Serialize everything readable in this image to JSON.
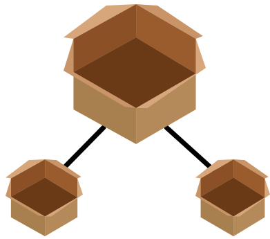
{
  "diagram": {
    "nodes": [
      {
        "id": "parent-box",
        "icon": "open-cardboard-box-icon",
        "role": "parent"
      },
      {
        "id": "child-box-left",
        "icon": "open-cardboard-box-icon",
        "role": "child"
      },
      {
        "id": "child-box-right",
        "icon": "open-cardboard-box-icon",
        "role": "child"
      }
    ],
    "edges": [
      {
        "from": "parent-box",
        "to": "child-box-left"
      },
      {
        "from": "parent-box",
        "to": "child-box-right"
      }
    ]
  },
  "colors": {
    "connector": "#000000",
    "inner_back_left": "#8b5026",
    "inner_back_right": "#9a5c2c",
    "inner_floor": "#6a3a17",
    "flap_light": "#d7a67a",
    "flap_mid": "#c99568",
    "front_left": "#a88050",
    "front_right": "#b48a5b",
    "background": "#ffffff"
  }
}
